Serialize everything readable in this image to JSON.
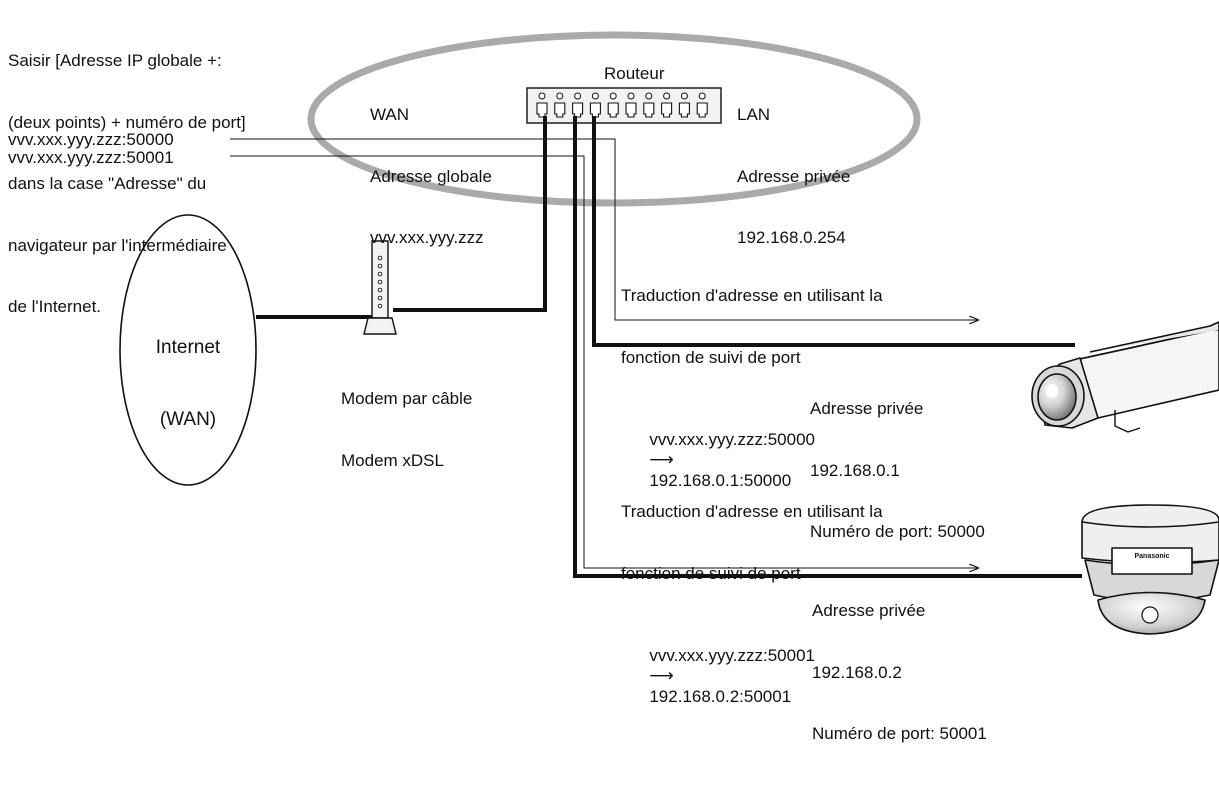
{
  "instruction": {
    "lines": [
      "Saisir [Adresse IP globale +:",
      "(deux points) + numéro de port]",
      "dans la case \"Adresse\" du",
      "navigateur par l'intermédiaire",
      "de l'Internet."
    ],
    "url_1": "vvv.xxx.yyy.zzz:50000",
    "url_2": "vvv.xxx.yyy.zzz:50001"
  },
  "router": {
    "title": "Routeur",
    "wan": {
      "heading": "WAN",
      "label": "Adresse globale",
      "address": "vvv.xxx.yyy.zzz"
    },
    "lan": {
      "heading": "LAN",
      "label": "Adresse privée",
      "address": "192.168.0.254"
    }
  },
  "internet": {
    "line1": "Internet",
    "line2": "(WAN)"
  },
  "modem": {
    "line1": "Modem par câble",
    "line2": "Modem xDSL"
  },
  "translation_1": {
    "line1": "Traduction d'adresse en utilisant la",
    "line2": "fonction de suivi de port",
    "from": "vvv.xxx.yyy.zzz:50000",
    "arrow": "⟶",
    "to": "192.168.0.1:50000"
  },
  "camera_1": {
    "label": "Adresse privée",
    "ip": "192.168.0.1",
    "port": "Numéro de port: 50000"
  },
  "translation_2": {
    "line1": "Traduction d'adresse en utilisant la",
    "line2": "fonction de suivi de port",
    "from": "vvv.xxx.yyy.zzz:50001",
    "arrow": "⟶",
    "to": "192.168.0.2:50001"
  },
  "camera_2": {
    "label": "Adresse privée",
    "ip": "192.168.0.2",
    "port": "Numéro de port: 50001",
    "brand": "Panasonic"
  },
  "colors": {
    "ellipse": "#aaaaaa",
    "line": "#111111",
    "device_fill": "#f2f2f2"
  }
}
